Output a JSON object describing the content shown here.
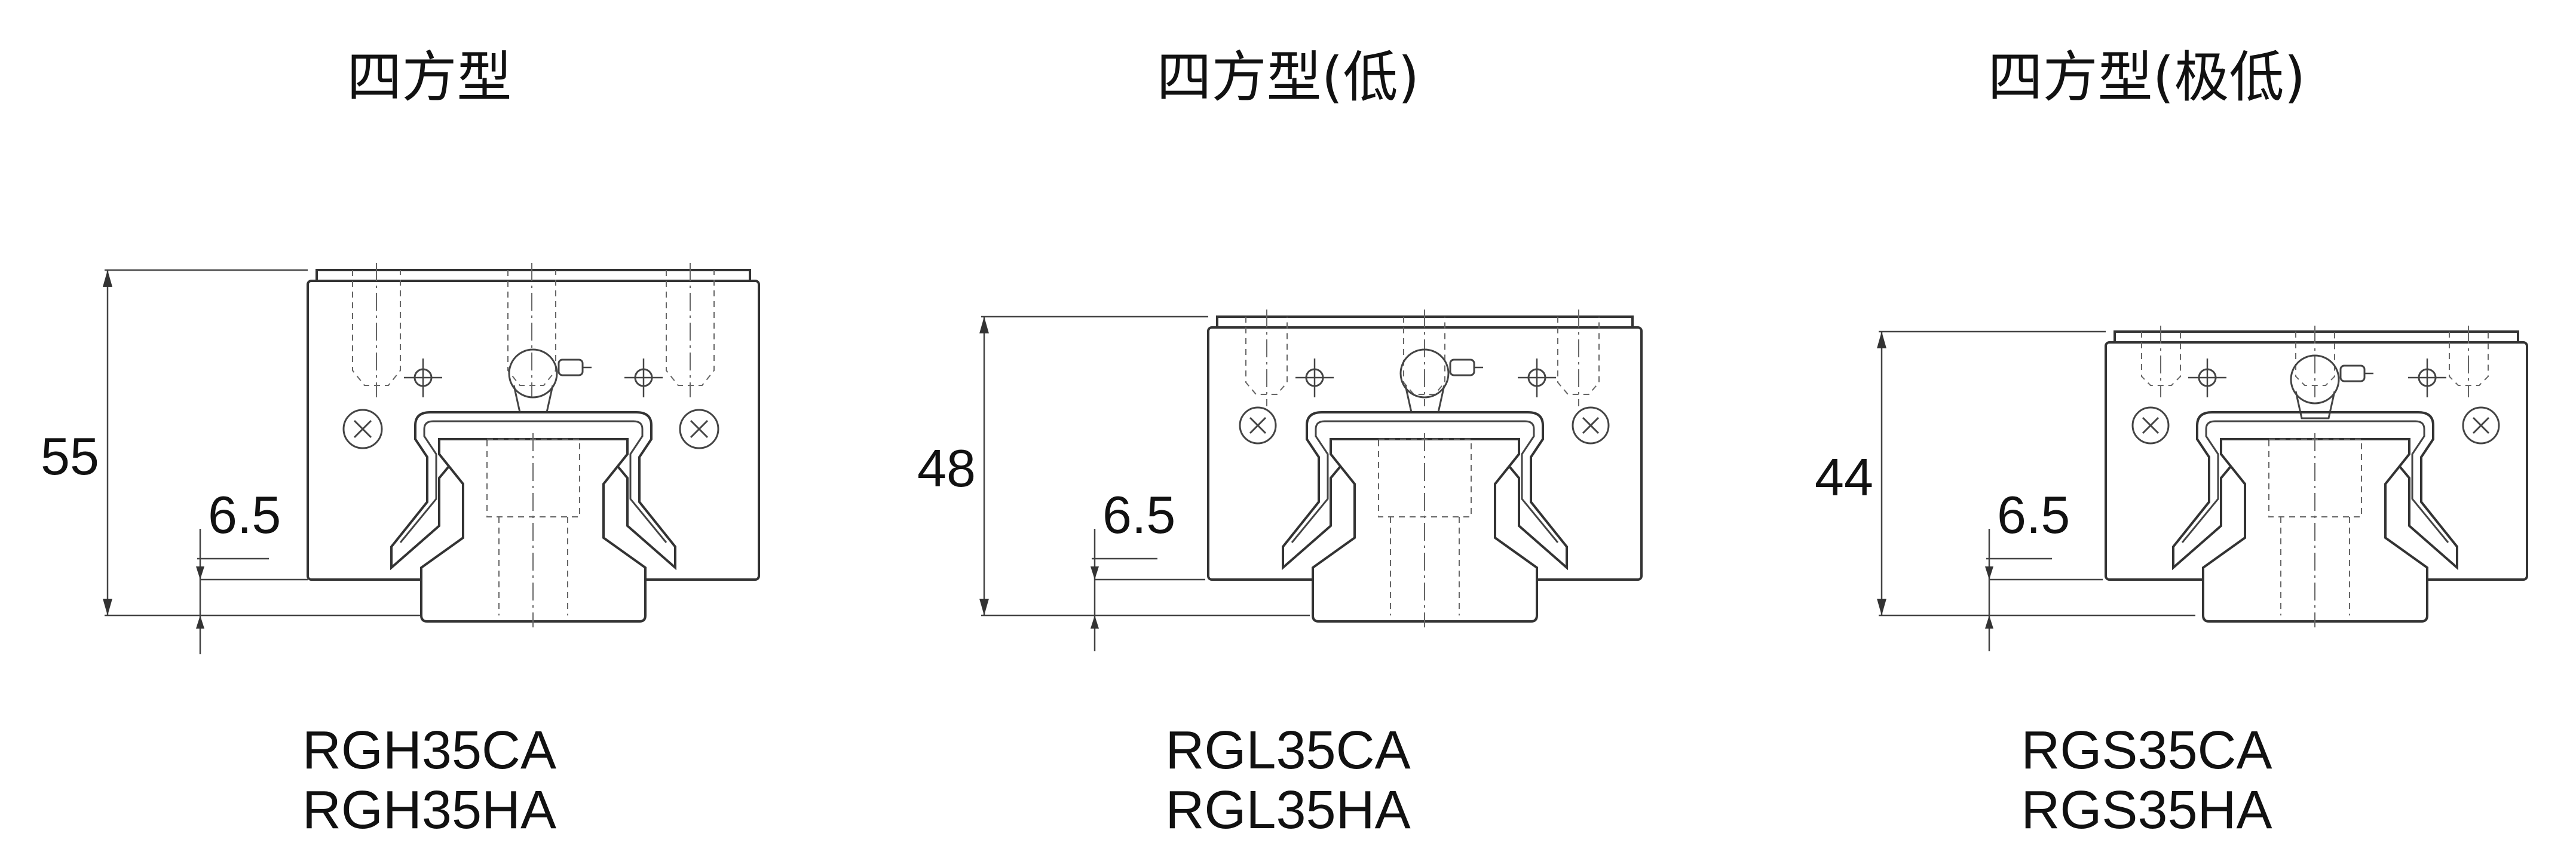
{
  "panels": [
    {
      "title": "四方型",
      "height": "55",
      "offset": "6.5",
      "models": [
        "RGH35CA",
        "RGH35HA"
      ]
    },
    {
      "title": "四方型(低)",
      "height": "48",
      "offset": "6.5",
      "models": [
        "RGL35CA",
        "RGL35HA"
      ]
    },
    {
      "title": "四方型(极低)",
      "height": "44",
      "offset": "6.5",
      "models": [
        "RGS35CA",
        "RGS35HA"
      ]
    }
  ]
}
